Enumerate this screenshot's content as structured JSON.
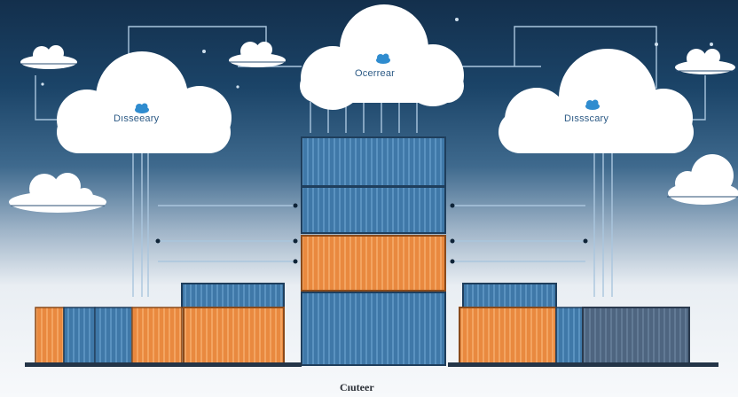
{
  "clouds": {
    "left_label": "Dısseeary",
    "center_label": "Ocerrear",
    "right_label": "Dıssscary"
  },
  "caption": "Cıuteer",
  "colors": {
    "sky_top": "#132f4c",
    "container_blue": "#3f78a8",
    "container_orange": "#e9893f",
    "container_dark": "#4e6580",
    "line": "#aac6de"
  },
  "icons": [
    "cloud-icon",
    "cloud-icon",
    "cloud-icon"
  ]
}
